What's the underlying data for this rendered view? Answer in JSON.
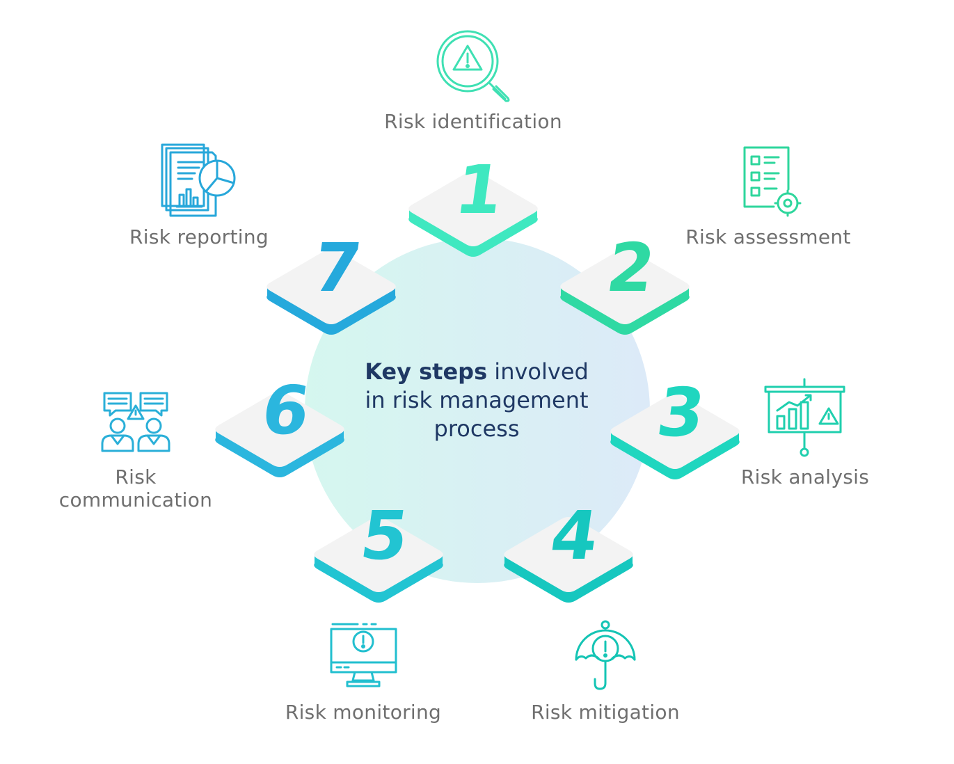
{
  "center": {
    "title_bold": "Key steps",
    "title_rest": " involved",
    "line2": "in risk management",
    "line3": "process"
  },
  "steps": [
    {
      "number": "1",
      "label": "Risk identification",
      "icon": "magnifier-warning-icon",
      "color": "#3fe8c0"
    },
    {
      "number": "2",
      "label": "Risk assessment",
      "icon": "checklist-gear-icon",
      "color": "#2fd9a3"
    },
    {
      "number": "3",
      "label": "Risk analysis",
      "icon": "presentation-chart-warning-icon",
      "color": "#1fd6bf"
    },
    {
      "number": "4",
      "label": "Risk mitigation",
      "icon": "umbrella-warning-icon",
      "color": "#16c7bf"
    },
    {
      "number": "5",
      "label": "Risk monitoring",
      "icon": "monitor-warning-icon",
      "color": "#22c4d2"
    },
    {
      "number": "6",
      "label_lines": [
        "Risk",
        "communication"
      ],
      "icon": "people-chat-warning-icon",
      "color": "#2bb6de"
    },
    {
      "number": "7",
      "label": "Risk reporting",
      "icon": "documents-pie-chart-icon",
      "color": "#25a9dc"
    }
  ]
}
